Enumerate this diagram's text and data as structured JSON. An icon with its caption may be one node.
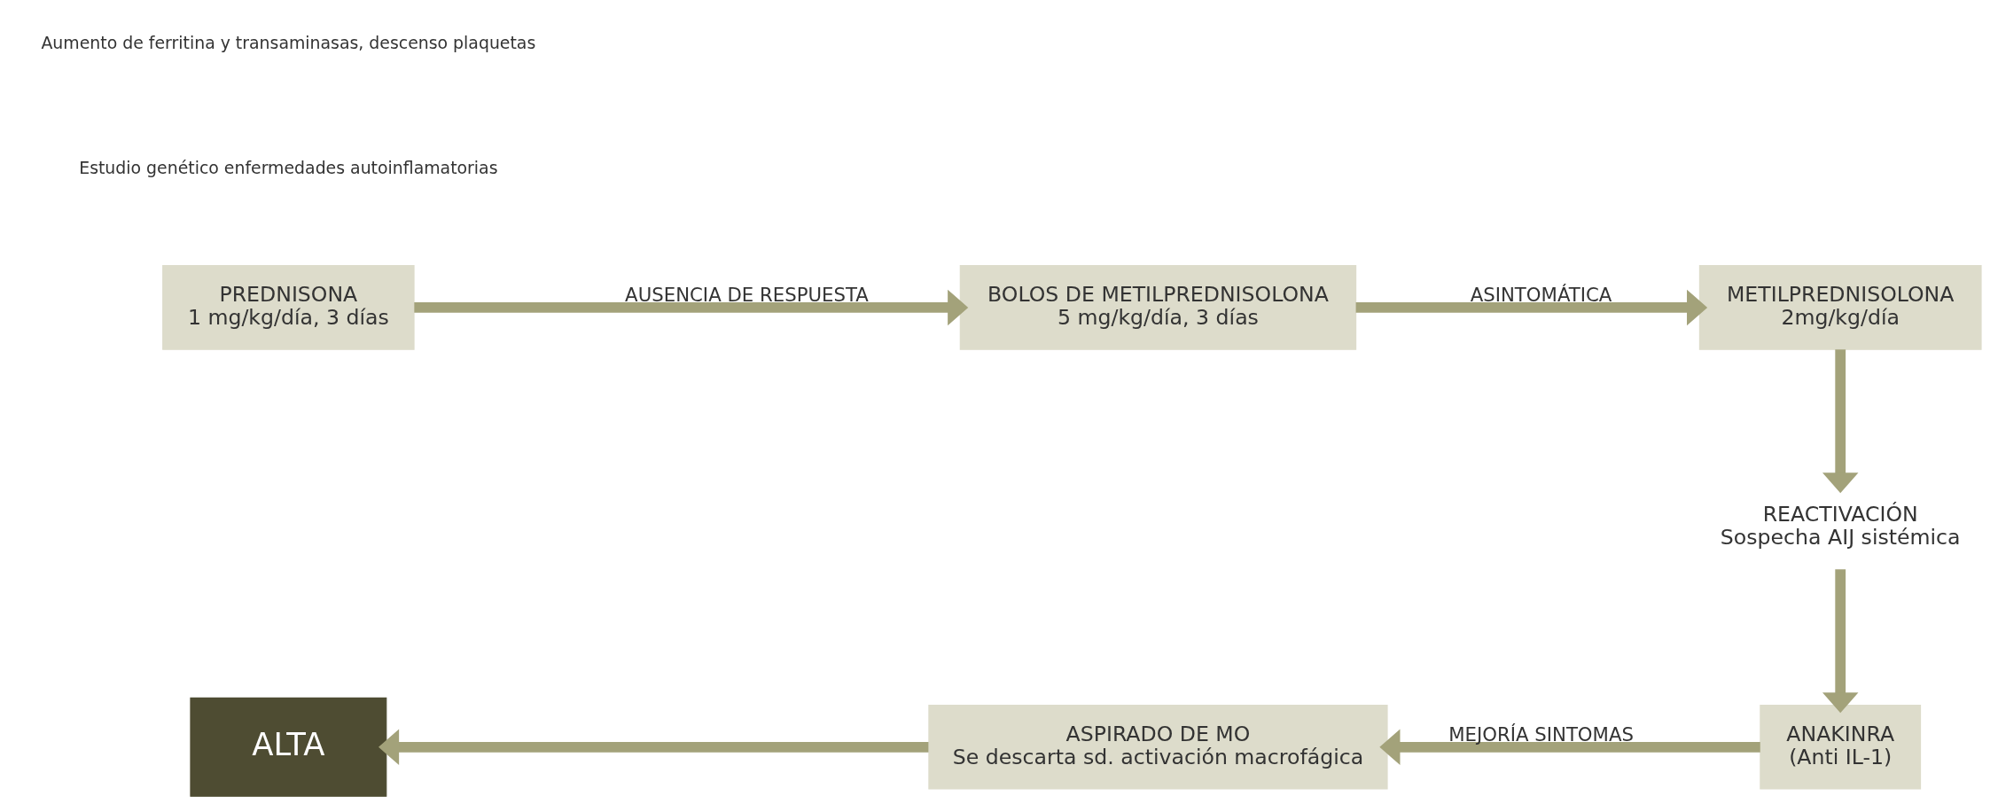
{
  "diagram": {
    "nodes": [
      {
        "text": [
          "PREDNISONA",
          "1 mg/kg/día, 3 días"
        ]
      },
      {
        "text": [
          "BOLOS DE METILPREDNISOLONA",
          "5 mg/kg/día, 3 días"
        ]
      },
      {
        "text": [
          "METILPREDNISOLONA",
          "2mg/kg/día"
        ]
      },
      {
        "text": [
          "REACTIVACIÓN",
          "Sospecha AIJ sistémica"
        ]
      },
      {
        "text": [
          "ANAKINRA",
          "(Anti IL-1)"
        ]
      },
      {
        "text": [
          "ASPIRADO DE MO",
          "Se descarta sd. activación macrofágica"
        ]
      },
      {
        "text": [
          "ALTA"
        ]
      }
    ],
    "edges": [
      {
        "from": 0,
        "to": 1,
        "arrow": "to",
        "label": "AUSENCIA DE RESPUESTA"
      },
      {
        "from": 1,
        "to": 2,
        "arrow": "to",
        "label": "ASINTOMÁTICA"
      },
      {
        "from": 2,
        "to": 3,
        "arrow": "to"
      },
      {
        "from": 3,
        "to": 4,
        "arrow": "to"
      },
      {
        "from": 4,
        "to": 5,
        "arrow": "to",
        "label": "MEJORÍA SINTOMAS"
      },
      {
        "from": 5,
        "to": 6,
        "arrow": "to"
      }
    ],
    "labels": [
      "Estudio genético enfermedades autoinflamatorias",
      "Aumento de ferritina y transaminasas, descenso plaquetas"
    ]
  }
}
